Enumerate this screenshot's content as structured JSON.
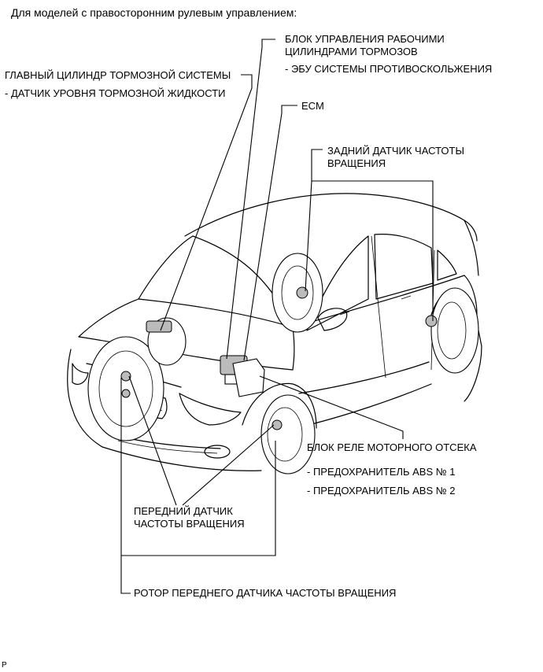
{
  "header": "Для моделей с правосторонним рулевым управлением:",
  "labels": {
    "master_cylinder": "ГЛАВНЫЙ ЦИЛИНДР ТОРМОЗНОЙ СИСТЕМЫ",
    "fluid_level_sensor": "- ДАТЧИК УРОВНЯ ТОРМОЗНОЙ ЖИДКОСТИ",
    "actuator_line1": "БЛОК УПРАВЛЕНИЯ РАБОЧИМИ",
    "actuator_line2": "ЦИЛИНДРАМИ ТОРМОЗОВ",
    "skid_control_ecu": "- ЭБУ СИСТЕМЫ ПРОТИВОСКОЛЬЖЕНИЯ",
    "ecm": "ECM",
    "rear_sensor_line1": "ЗАДНИЙ ДАТЧИК ЧАСТОТЫ",
    "rear_sensor_line2": "ВРАЩЕНИЯ",
    "relay_block": "БЛОК РЕЛЕ МОТОРНОГО ОТСЕКА",
    "abs_fuse_1": "- ПРЕДОХРАНИТЕЛЬ ABS № 1",
    "abs_fuse_2": "- ПРЕДОХРАНИТЕЛЬ ABS № 2",
    "front_sensor_line1": "ПЕРЕДНИЙ ДАТЧИК",
    "front_sensor_line2": "ЧАСТОТЫ ВРАЩЕНИЯ",
    "front_rotor": "РОТОР ПЕРЕДНЕГО ДАТЧИКА ЧАСТОТЫ ВРАЩЕНИЯ",
    "page_marker": "P"
  }
}
